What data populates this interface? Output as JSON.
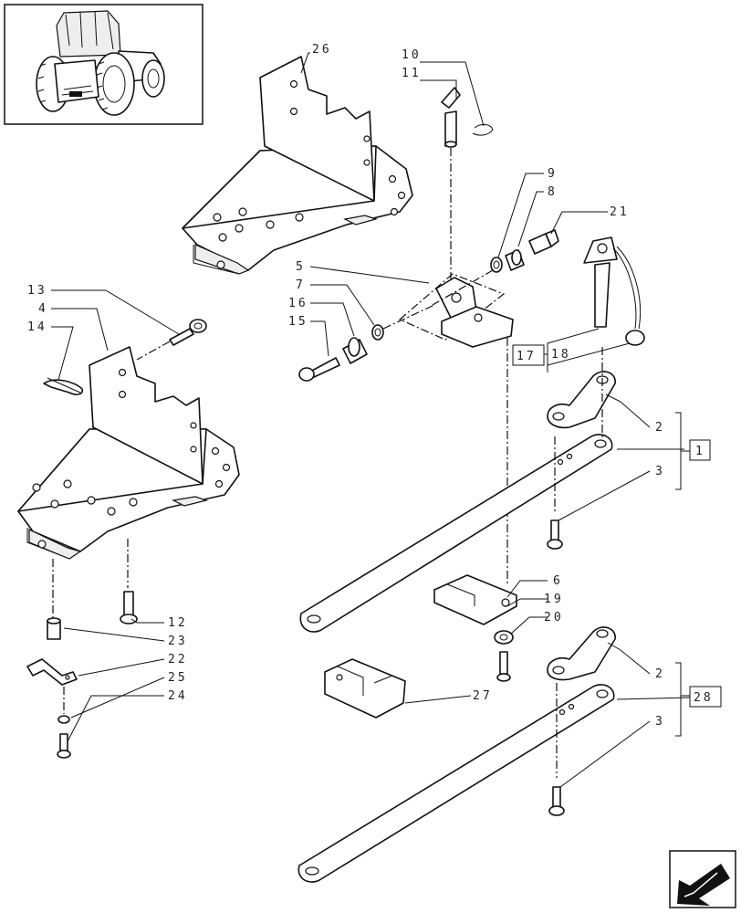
{
  "callouts": [
    {
      "id": "c26",
      "text": "26"
    },
    {
      "id": "c10",
      "text": "10"
    },
    {
      "id": "c11",
      "text": "11"
    },
    {
      "id": "c9",
      "text": "9"
    },
    {
      "id": "c8",
      "text": "8"
    },
    {
      "id": "c21",
      "text": "21"
    },
    {
      "id": "c5",
      "text": "5"
    },
    {
      "id": "c7",
      "text": "7"
    },
    {
      "id": "c16",
      "text": "16"
    },
    {
      "id": "c15",
      "text": "15"
    },
    {
      "id": "c13",
      "text": "13"
    },
    {
      "id": "c4",
      "text": "4"
    },
    {
      "id": "c14",
      "text": "14"
    },
    {
      "id": "c17",
      "text": "17"
    },
    {
      "id": "c18",
      "text": "18"
    },
    {
      "id": "c2a",
      "text": "2"
    },
    {
      "id": "c1",
      "text": "1"
    },
    {
      "id": "c3a",
      "text": "3"
    },
    {
      "id": "c6",
      "text": "6"
    },
    {
      "id": "c19",
      "text": "19"
    },
    {
      "id": "c20",
      "text": "20"
    },
    {
      "id": "c12",
      "text": "12"
    },
    {
      "id": "c23",
      "text": "23"
    },
    {
      "id": "c22",
      "text": "22"
    },
    {
      "id": "c25",
      "text": "25"
    },
    {
      "id": "c24",
      "text": "24"
    },
    {
      "id": "c27",
      "text": "27"
    },
    {
      "id": "c2b",
      "text": "2"
    },
    {
      "id": "c28",
      "text": "28"
    },
    {
      "id": "c3b",
      "text": "3"
    }
  ]
}
